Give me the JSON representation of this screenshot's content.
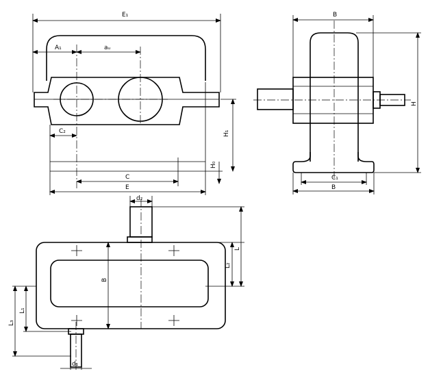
{
  "labels": {
    "E1": "E₁",
    "A1": "A₁",
    "a_w": "aᵤ",
    "C2": "C₂",
    "H1": "H₁",
    "H0": "H₀",
    "C": "C",
    "E": "E",
    "B_top": "B",
    "H": "H",
    "C1": "C₁",
    "B_side": "B",
    "d2": "d₂",
    "L": "L",
    "L2": "L₂",
    "B_plan": "B",
    "L1": "L₁",
    "L3": "L₃",
    "d1": "d₁"
  }
}
